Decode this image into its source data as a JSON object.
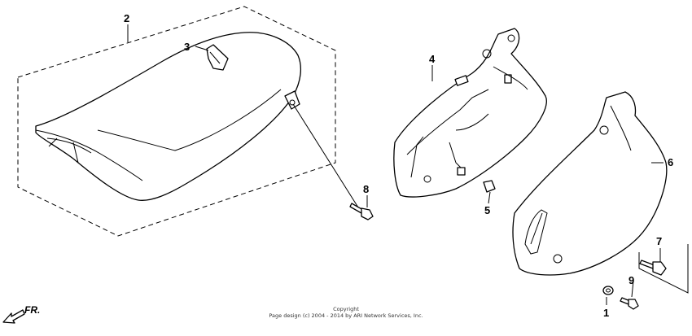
{
  "callouts": {
    "c1": "1",
    "c2": "2",
    "c3": "3",
    "c4": "4",
    "c5": "5",
    "c6": "6",
    "c7": "7",
    "c8": "8",
    "c9": "9"
  },
  "direction": {
    "label": "FR."
  },
  "footer": {
    "line1": "Copyright",
    "line2": "Page design (c) 2004 - 2014 by ARI Network Services, Inc."
  }
}
